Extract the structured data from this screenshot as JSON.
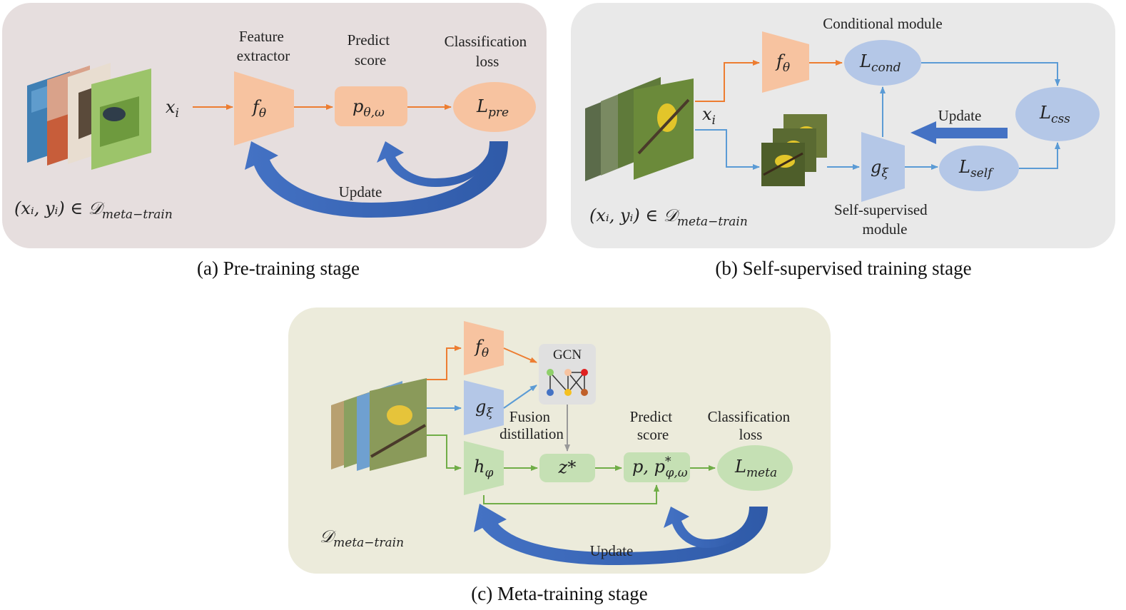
{
  "panel_a": {
    "caption": "(a) Pre-training stage",
    "feature_extractor_label": [
      "Feature",
      "extractor"
    ],
    "predict_score_label": [
      "Predict",
      "score"
    ],
    "classification_loss_label": [
      "Classification",
      "loss"
    ],
    "input_var": "x",
    "input_sub": "i",
    "extractor_var": "f",
    "extractor_sub": "θ",
    "score_var": "p",
    "score_sub": "θ,ω",
    "loss_var": "L",
    "loss_sub": "pre",
    "update_label": "Update",
    "dataset_pair": "(x",
    "dataset_text": "(xᵢ, yᵢ) ∈ 𝒟",
    "dataset_sub": "meta−train"
  },
  "panel_b": {
    "caption": "(b) Self-supervised training stage",
    "conditional_module_label": "Conditional module",
    "self_supervised_module_label": [
      "Self-supervised",
      "module"
    ],
    "input_var": "x",
    "input_sub": "i",
    "extractor_var": "f",
    "extractor_sub": "θ",
    "ss_var": "g",
    "ss_sub": "ξ",
    "cond_var": "L",
    "cond_sub": "cond",
    "self_var": "L",
    "self_sub": "self",
    "css_var": "L",
    "css_sub": "css",
    "update_label": "Update",
    "dataset_text": "(xᵢ, yᵢ) ∈ 𝒟",
    "dataset_sub": "meta−train"
  },
  "panel_c": {
    "caption": "(c) Meta-training stage",
    "gcn_label": "GCN",
    "fusion_label": [
      "Fusion",
      "distillation"
    ],
    "predict_score_label": [
      "Predict",
      "score"
    ],
    "classification_loss_label": [
      "Classification",
      "loss"
    ],
    "extractor_var": "f",
    "extractor_sub": "θ",
    "ss_var": "g",
    "ss_sub": "ξ",
    "h_var": "h",
    "h_sub": "φ",
    "z_text": "z*",
    "score_text": "p, p",
    "score_sup": "*",
    "score_sub": "φ,ω",
    "loss_var": "L",
    "loss_sub": "meta",
    "update_label": "Update",
    "dataset_text": "𝒟",
    "dataset_sub": "meta−train"
  },
  "colors": {
    "panel_ab_bg": "#e9e9e9",
    "panel_a_bg": "#e6dede",
    "panel_c_bg": "#ecebdb",
    "orange_fill": "#f7c3a0",
    "orange_line": "#ed7d31",
    "blue_fill": "#b4c7e7",
    "blue_line": "#5b9bd5",
    "green_fill": "#c5e0b4",
    "green_line": "#70ad47",
    "update_arrow": "#3a67c2"
  }
}
